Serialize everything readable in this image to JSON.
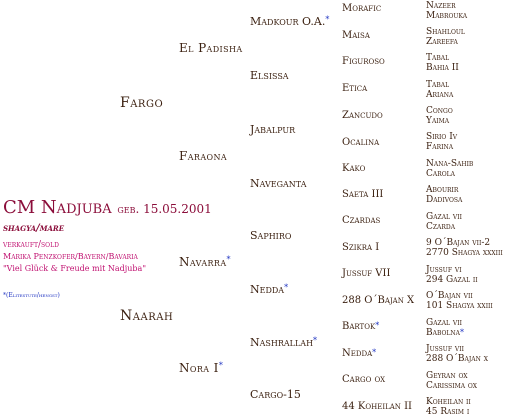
{
  "subject": {
    "name": "CM Nadjuba",
    "born": "geb. 15.05.2001",
    "breed": "shagya/mare",
    "status": "verkauft/sold",
    "owner": "Marika Penzkofer/Bayern/Bavaria",
    "slogan": "\"Viel Glück & Freude mit Nadjuba\"",
    "legend_star": "*",
    "legend": "(Elitestute/hengst)"
  },
  "gen1": {
    "sire": "Fargo",
    "dam": "Naarah"
  },
  "gen2": {
    "ss": "El Padisha",
    "sd": "Faraona",
    "ds": "Navarra",
    "dd": "Nora I"
  },
  "gen3": {
    "sss": "Madkour O.A.",
    "ssd": "Elsissa",
    "sds": "Jabalpur",
    "sdd": "Naveganta",
    "dss": "Saphiro",
    "dsd": "Nedda",
    "dds": "Nashrallah",
    "ddd": "Cargo-15"
  },
  "gen4": [
    "Morafic",
    "Maisa",
    "Figuroso",
    "Etica",
    "Zancudo",
    "Ocalina",
    "Kako",
    "Saeta III",
    "Czardas",
    "Szikra I",
    "Jussuf VII",
    "288 O´Bajan X",
    "Bartok",
    "Nedda",
    "Cargo ox",
    "44 Koheilan II"
  ],
  "gen5": [
    "Nazeer",
    "Mabrouka",
    "Shahloul",
    "Zareefa",
    "Tabal",
    "Bahia II",
    "Tabal",
    "Ariana",
    "Congo",
    "Yaima",
    "Sirio Iv",
    "Farina",
    "Nana-Sahib",
    "Carola",
    "Abourir",
    "Dadivosa",
    "Gazal vii",
    "Czarda",
    "9 O´Bajan vii-2",
    "2770 Shagya xxxiii",
    "Jussuf vi",
    "294 Gazal ii",
    "O´Bajan vii",
    "101 Shagya xxiii",
    "Gazal vii",
    "Babolna",
    "Jussuf vii",
    "288 O´Bajan x",
    "Geyran ox",
    "Carissima ox",
    "Koheilan ii",
    "45 Rasim i"
  ]
}
